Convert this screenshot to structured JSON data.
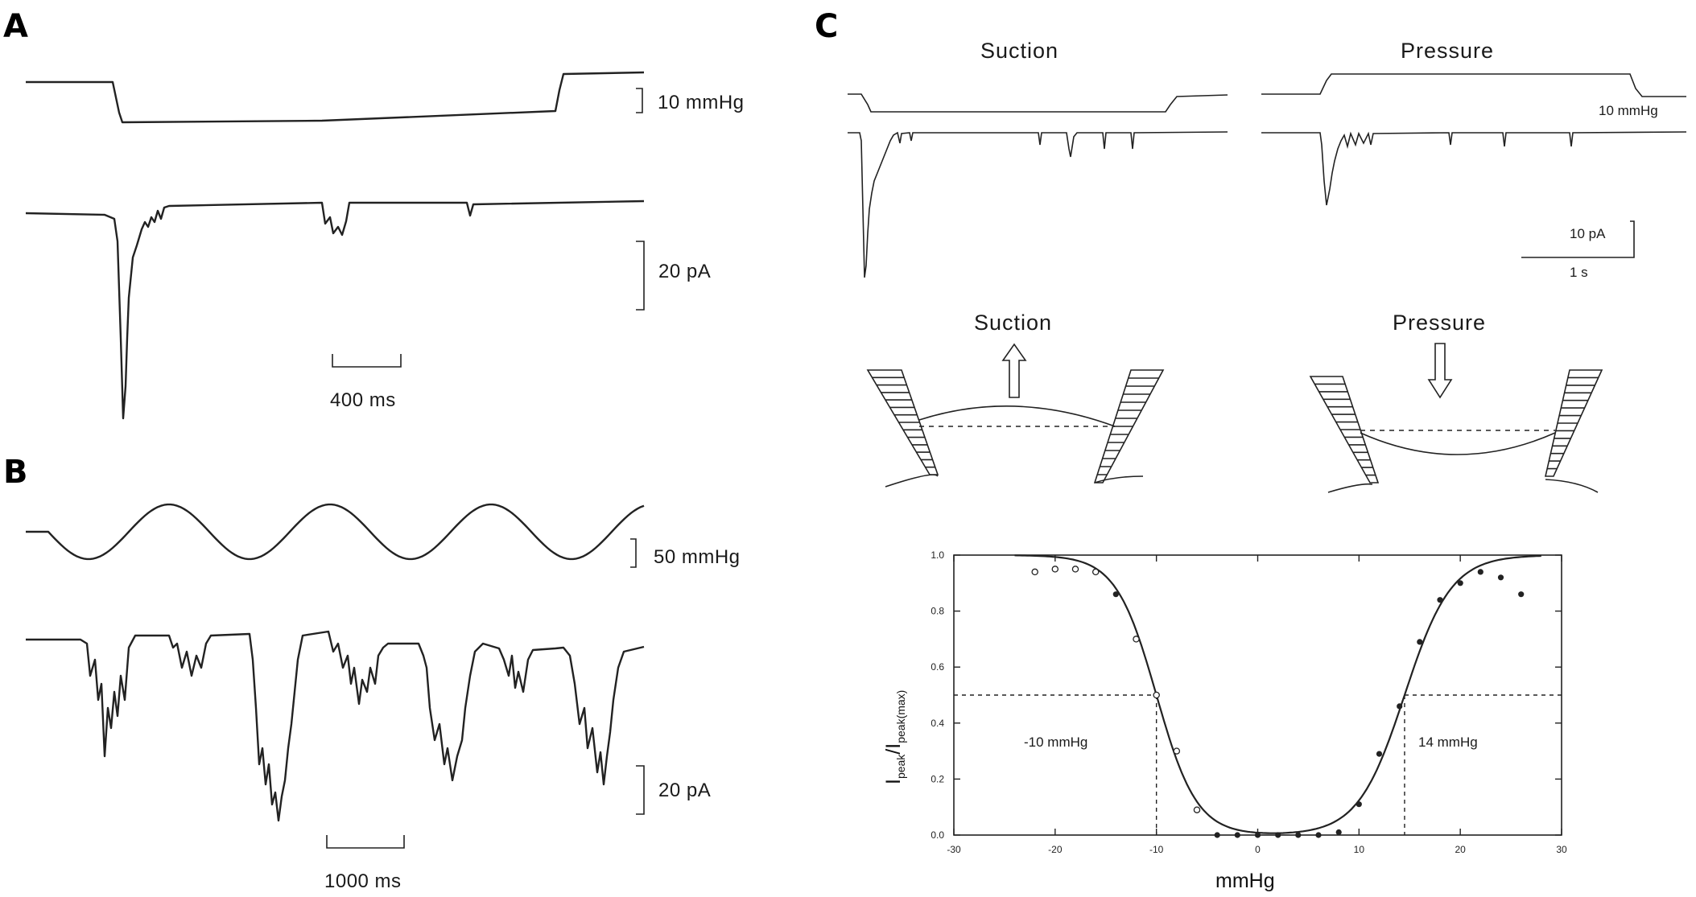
{
  "panels": {
    "A": {
      "letter": "A",
      "pressure_scale": "10 mmHg",
      "current_scale": "20 pA",
      "time_scale": "400 ms"
    },
    "B": {
      "letter": "B",
      "pressure_scale": "50 mmHg",
      "current_scale": "20 pA",
      "time_scale": "1000 ms"
    },
    "C": {
      "letter": "C",
      "trace_suction_title": "Suction",
      "trace_pressure_title": "Pressure",
      "pressure_scale": "10 mmHg",
      "current_scale": "10 pA",
      "time_scale": "1 s",
      "schematic_suction_label": "Suction",
      "schematic_pressure_label": "Pressure"
    }
  },
  "chart_data": {
    "type": "scatter",
    "title": "",
    "xlabel": "mmHg",
    "ylabel_main": "I",
    "ylabel_sub1": "peak",
    "ylabel_sep": "/I",
    "ylabel_sub2": "peak(max)",
    "xlim": [
      -30,
      30
    ],
    "ylim": [
      0,
      1.0
    ],
    "xticks": [
      -30,
      -20,
      -10,
      0,
      10,
      20,
      30
    ],
    "yticks": [
      0.0,
      0.2,
      0.4,
      0.6,
      0.8,
      1.0
    ],
    "xtick_labels": [
      "-30",
      "-20",
      "-10",
      "0",
      "10",
      "20",
      "30"
    ],
    "ytick_labels": [
      "0.0",
      "0.2",
      "0.4",
      "0.6",
      "0.8",
      "1.0"
    ],
    "annotation_left": "-10 mmHg",
    "annotation_right": "14 mmHg",
    "half_max_level": 0.5,
    "half_max_left_x": -10,
    "half_max_right_x": 14.5,
    "series": [
      {
        "marker": "open-circle",
        "points": [
          [
            -22,
            0.94
          ],
          [
            -20,
            0.95
          ],
          [
            -18,
            0.95
          ],
          [
            -16,
            0.94
          ],
          [
            -12,
            0.7
          ],
          [
            -10,
            0.5
          ],
          [
            -8,
            0.3
          ],
          [
            -6,
            0.09
          ]
        ]
      },
      {
        "marker": "filled-circle",
        "points": [
          [
            -14,
            0.86
          ],
          [
            -4,
            0.0
          ],
          [
            -2,
            0.0
          ],
          [
            0,
            0.0
          ],
          [
            2,
            0.0
          ],
          [
            4,
            0.0
          ],
          [
            6,
            0.0
          ],
          [
            8,
            0.01
          ],
          [
            10,
            0.11
          ],
          [
            12,
            0.29
          ],
          [
            14,
            0.46
          ],
          [
            16,
            0.69
          ],
          [
            18,
            0.84
          ],
          [
            20,
            0.9
          ],
          [
            22,
            0.94
          ],
          [
            24,
            0.92
          ],
          [
            26,
            0.86
          ]
        ]
      }
    ],
    "fit_curve": "double-boltzmann"
  }
}
